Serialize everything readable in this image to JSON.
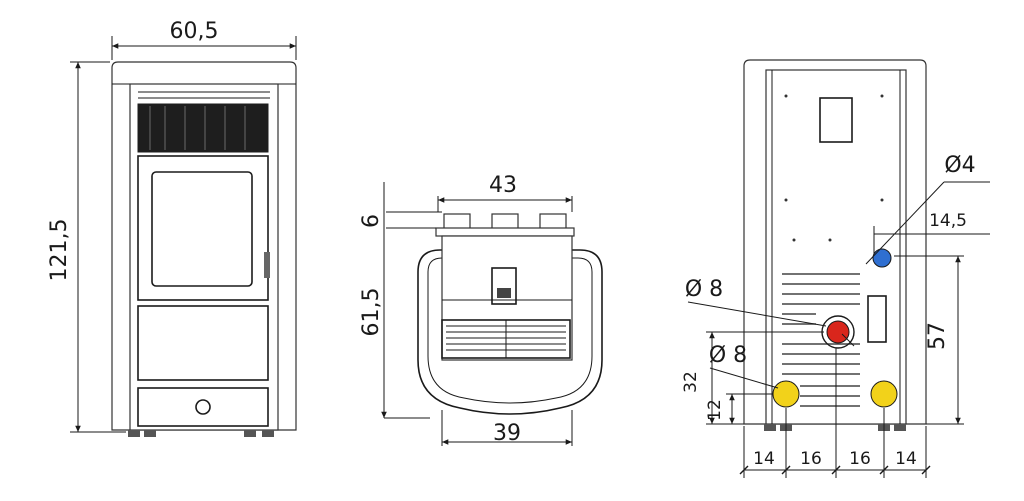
{
  "front_view": {
    "width_label": "60,5",
    "height_label": "121,5"
  },
  "top_view": {
    "width_top_label": "43",
    "offset_label": "6",
    "depth_label": "61,5",
    "width_bottom_label": "39"
  },
  "rear_view": {
    "diam_small_label": "Ø4",
    "offset_right_label": "14,5",
    "diam_flue_label": "Ø 8",
    "diam_inlet_label": "Ø 8",
    "height_flue_label": "57",
    "height_32_label": "32",
    "height_12_label": "12",
    "bottom_dims": [
      "14",
      "16",
      "16",
      "14"
    ]
  },
  "colors": {
    "flue_outlet": "#d9261c",
    "air_inlet": "#f2d21a",
    "small_connector": "#2f6fd1",
    "line": "#1a1a1a"
  }
}
